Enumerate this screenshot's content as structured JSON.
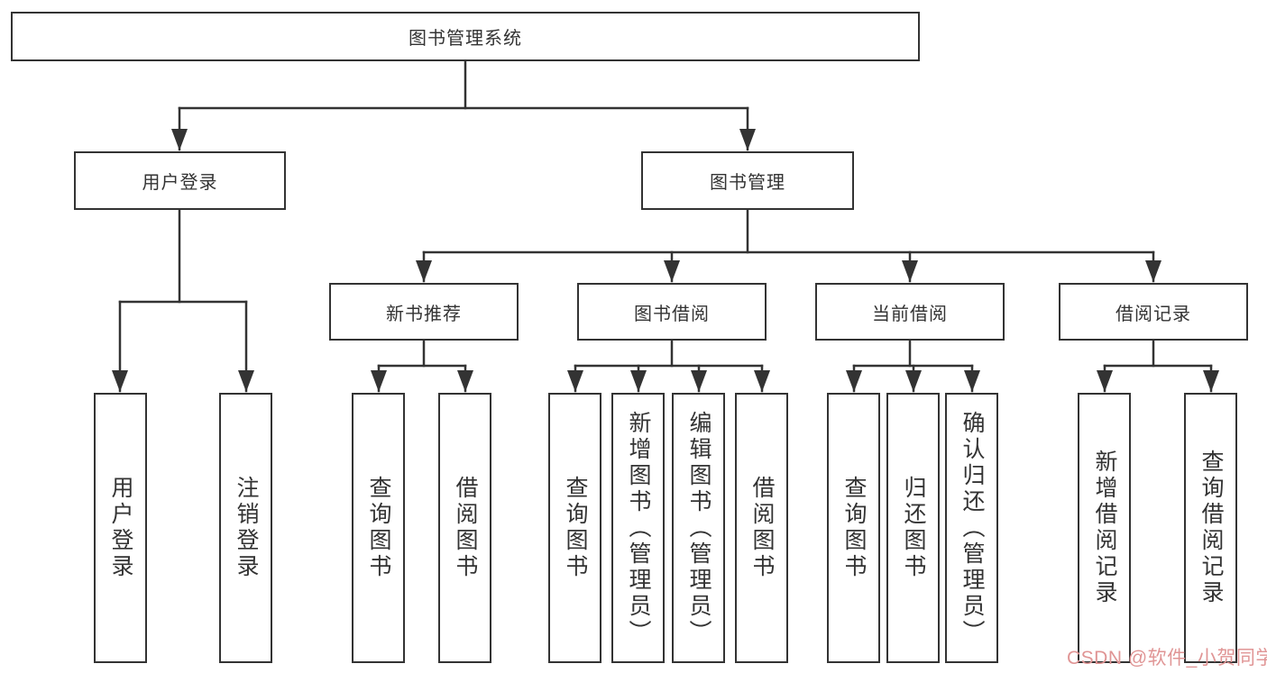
{
  "diagram_title": "图书管理系统",
  "nodes": {
    "root": "图书管理系统",
    "user_login": "用户登录",
    "book_management": "图书管理",
    "new_book_recommend": "新书推荐",
    "book_borrow": "图书借阅",
    "current_borrow": "当前借阅",
    "borrow_records": "借阅记录",
    "leaf_user_login": "用户登录",
    "leaf_logout": "注销登录",
    "leaf_query_books_a": "查询图书",
    "leaf_borrow_books_a": "借阅图书",
    "leaf_query_books_b": "查询图书",
    "leaf_add_books_admin": "新增图书（管理员）",
    "leaf_edit_books_admin": "编辑图书（管理员）",
    "leaf_borrow_books_b": "借阅图书",
    "leaf_query_books_c": "查询图书",
    "leaf_return_books": "归还图书",
    "leaf_confirm_return_admin": "确认归还（管理员）",
    "leaf_add_borrow_record": "新增借阅记录",
    "leaf_query_borrow_record": "查询借阅记录"
  },
  "hierarchy": {
    "label": "图书管理系统",
    "children": [
      {
        "label": "用户登录",
        "children": [
          {
            "label": "用户登录"
          },
          {
            "label": "注销登录"
          }
        ]
      },
      {
        "label": "图书管理",
        "children": [
          {
            "label": "新书推荐",
            "children": [
              {
                "label": "查询图书"
              },
              {
                "label": "借阅图书"
              }
            ]
          },
          {
            "label": "图书借阅",
            "children": [
              {
                "label": "查询图书"
              },
              {
                "label": "新增图书（管理员）"
              },
              {
                "label": "编辑图书（管理员）"
              },
              {
                "label": "借阅图书"
              }
            ]
          },
          {
            "label": "当前借阅",
            "children": [
              {
                "label": "查询图书"
              },
              {
                "label": "归还图书"
              },
              {
                "label": "确认归还（管理员）"
              }
            ]
          },
          {
            "label": "借阅记录",
            "children": [
              {
                "label": "新增借阅记录"
              },
              {
                "label": "查询借阅记录"
              }
            ]
          }
        ]
      }
    ]
  },
  "watermark": {
    "text": "CSDN @软件_小贺同学",
    "color": "#e09595"
  },
  "colors": {
    "line": "#333333",
    "box_border": "#333333",
    "text": "#333333",
    "background": "#ffffff"
  }
}
